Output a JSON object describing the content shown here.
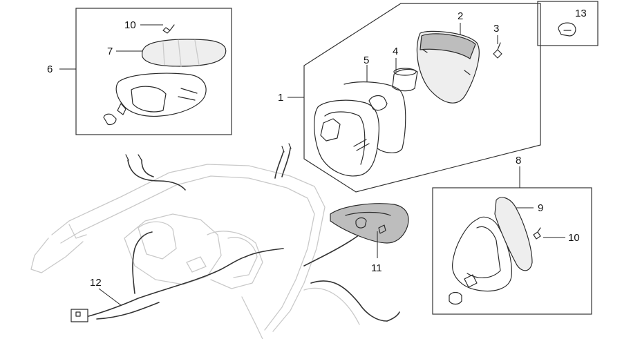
{
  "callouts": {
    "c1": "1",
    "c2": "2",
    "c3": "3",
    "c4": "4",
    "c5": "5",
    "c6": "6",
    "c7": "7",
    "c8": "8",
    "c9": "9",
    "c10a": "10",
    "c10b": "10",
    "c11": "11",
    "c12": "12",
    "c13": "13"
  },
  "colors": {
    "line": "#2b2b2b",
    "ghost": "#c9c9c9",
    "lens_light": "#eeeeee",
    "lens_dark": "#bdbdbd"
  }
}
